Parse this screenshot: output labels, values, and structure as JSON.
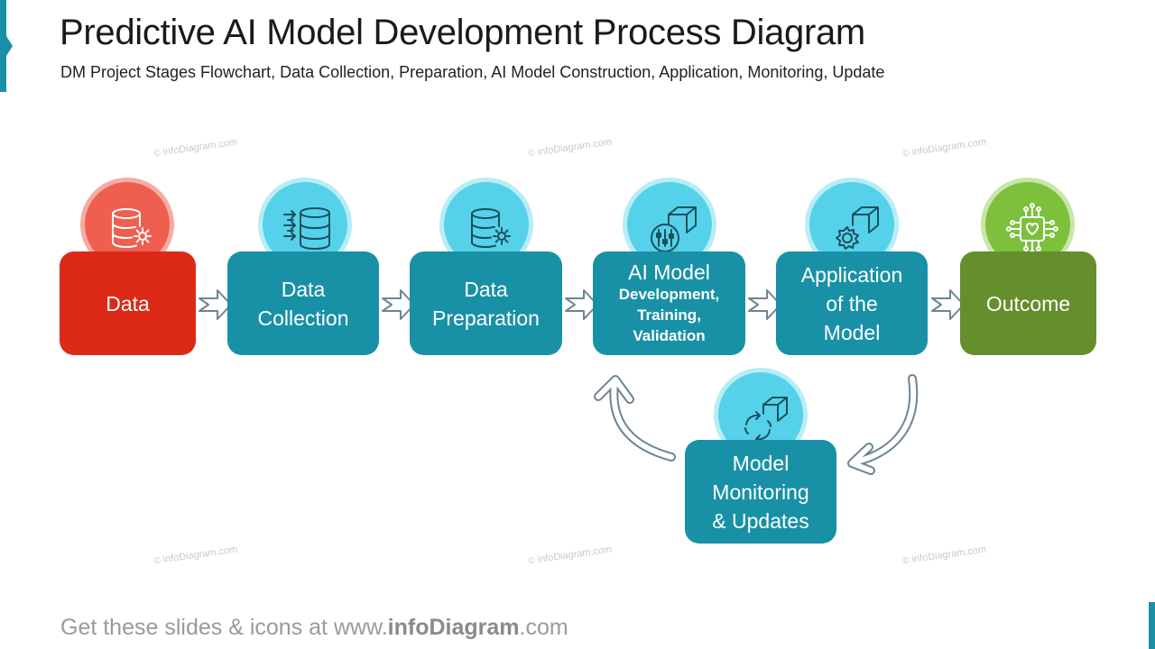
{
  "slide": {
    "title": "Predictive AI Model Development Process Diagram",
    "subtitle": "DM Project Stages Flowchart, Data Collection, Preparation, AI Model Construction, Application, Monitoring, Update"
  },
  "watermark": {
    "text": "infoDiagram.com",
    "symbol": "©"
  },
  "stages": [
    {
      "lines": [
        "Data"
      ],
      "icon": "database-gear-icon",
      "color": "#dc2a17"
    },
    {
      "lines": [
        "Data",
        "Collection"
      ],
      "icon": "database-inflow-icon",
      "color": "#1891a6"
    },
    {
      "lines": [
        "Data",
        "Preparation"
      ],
      "icon": "database-gear-icon",
      "color": "#1891a6"
    },
    {
      "title": "AI Model",
      "sub_lines": [
        "Development,",
        "Training,",
        "Validation"
      ],
      "icon": "cube-sliders-icon",
      "color": "#1891a6"
    },
    {
      "lines": [
        "Application",
        "of the",
        "Model"
      ],
      "icon": "cube-gear-icon",
      "color": "#1891a6"
    },
    {
      "lines": [
        "Outcome"
      ],
      "icon": "network-heart-icon",
      "color": "#658e2c"
    }
  ],
  "monitoring": {
    "lines": [
      "Model",
      "Monitoring",
      "& Updates"
    ],
    "icon": "cube-cycle-icon",
    "color": "#1891a6"
  },
  "footer": {
    "prefix": "Get these slides & icons at www.",
    "brand": "infoDiagram",
    "suffix": ".com"
  }
}
